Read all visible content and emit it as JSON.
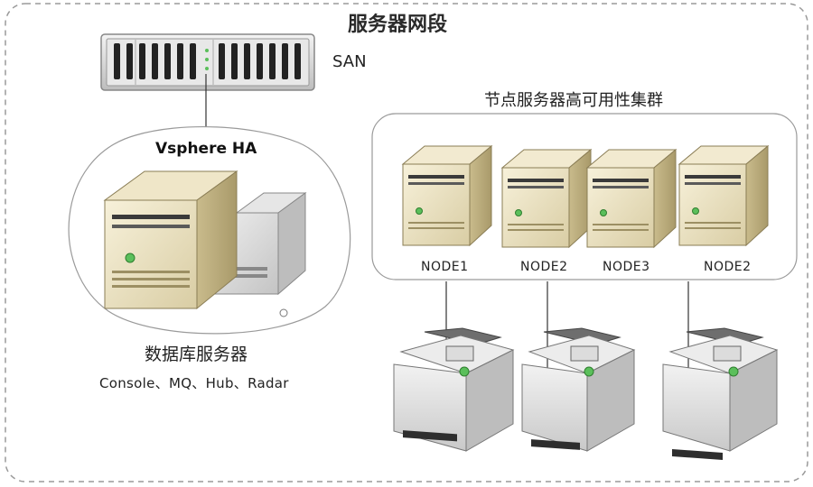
{
  "title": "服务器网段",
  "san_label": "SAN",
  "ha_label": "Vsphere HA",
  "cluster_label": "节点服务器高可用性集群",
  "nodes": [
    {
      "label": "NODE1"
    },
    {
      "label": "NODE2"
    },
    {
      "label": "NODE3"
    },
    {
      "label": "NODE2"
    }
  ],
  "db_label": "数据库服务器",
  "db_services": "Console、MQ、Hub、Radar",
  "colors": {
    "frame": "#9a9a9a",
    "server_beige": "#efe6c8",
    "server_grey": "#dcdcdc",
    "indicator": "#5bbf5b"
  }
}
